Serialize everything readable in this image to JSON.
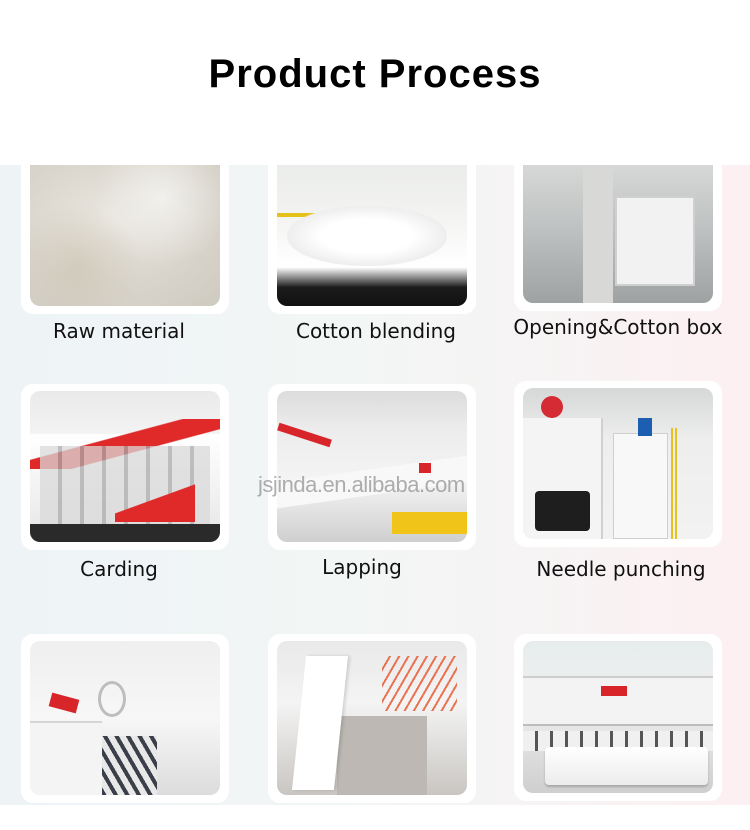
{
  "header": {
    "title": "Product Process"
  },
  "watermark": "jsjinda.en.alibaba.com",
  "steps": [
    {
      "label": "Raw material",
      "image": "raw-material-photo"
    },
    {
      "label": "Cotton blending",
      "image": "cotton-blending-photo"
    },
    {
      "label": "Opening&Cotton box",
      "image": "opening-cotton-box-photo"
    },
    {
      "label": "Carding",
      "image": "carding-photo"
    },
    {
      "label": "Lapping",
      "image": "lapping-photo"
    },
    {
      "label": "Needle punching",
      "image": "needle-punching-photo"
    },
    {
      "label": "",
      "image": "winding-photo"
    },
    {
      "label": "",
      "image": "slitting-photo"
    },
    {
      "label": "",
      "image": "finished-roll-photo"
    }
  ],
  "colors": {
    "accent_red": "#e02a2a",
    "panel_left": "#eef3f6",
    "panel_right": "#fdf0f2",
    "card": "#ffffff"
  }
}
